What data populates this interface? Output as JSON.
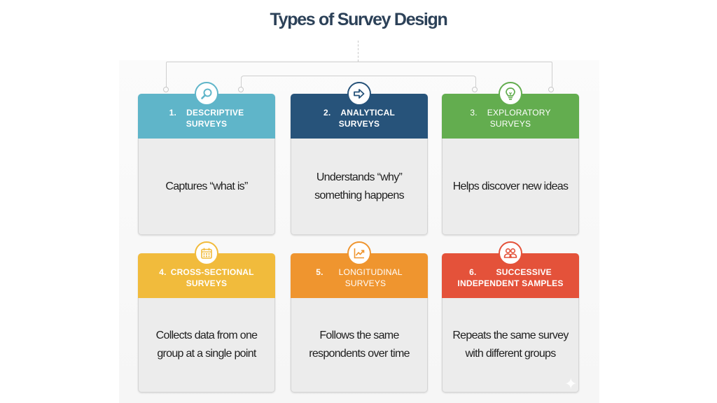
{
  "title": "Types of Survey Design",
  "cards": [
    {
      "number": "1.",
      "label_line1": "DESCRIPTIVE",
      "label_line2": "SURVEYS",
      "description": "Captures “what is”",
      "icon": "magnifier-icon",
      "color": "#5fb5c9"
    },
    {
      "number": "2.",
      "label_line1": "ANALYTICAL",
      "label_line2": "SURVEYS",
      "description": "Understands “why” something happens",
      "icon": "arrow-right-icon",
      "color": "#27537a"
    },
    {
      "number": "3.",
      "label_line1": "EXPLORATORY",
      "label_line2": "SURVEYS",
      "description": "Helps discover new ideas",
      "icon": "lightbulb-icon",
      "color": "#63ad4f"
    },
    {
      "number": "4.",
      "label_line1": "CROSS-SECTIONAL",
      "label_line2": "SURVEYS",
      "description": "Collects data from one group at a single point",
      "icon": "calendar-icon",
      "color": "#f1bb3c"
    },
    {
      "number": "5.",
      "label_line1": "LONGITUDINAL",
      "label_line2": "SURVEYS",
      "description": "Follows the same respondents over time",
      "icon": "trend-chart-icon",
      "color": "#ef952f"
    },
    {
      "number": "6.",
      "label_line1": "SUCCESSIVE",
      "label_line2": "INDEPENDENT SAMPLES",
      "description": "Repeats the same survey with different groups",
      "icon": "people-icon",
      "color": "#e4523a"
    }
  ]
}
